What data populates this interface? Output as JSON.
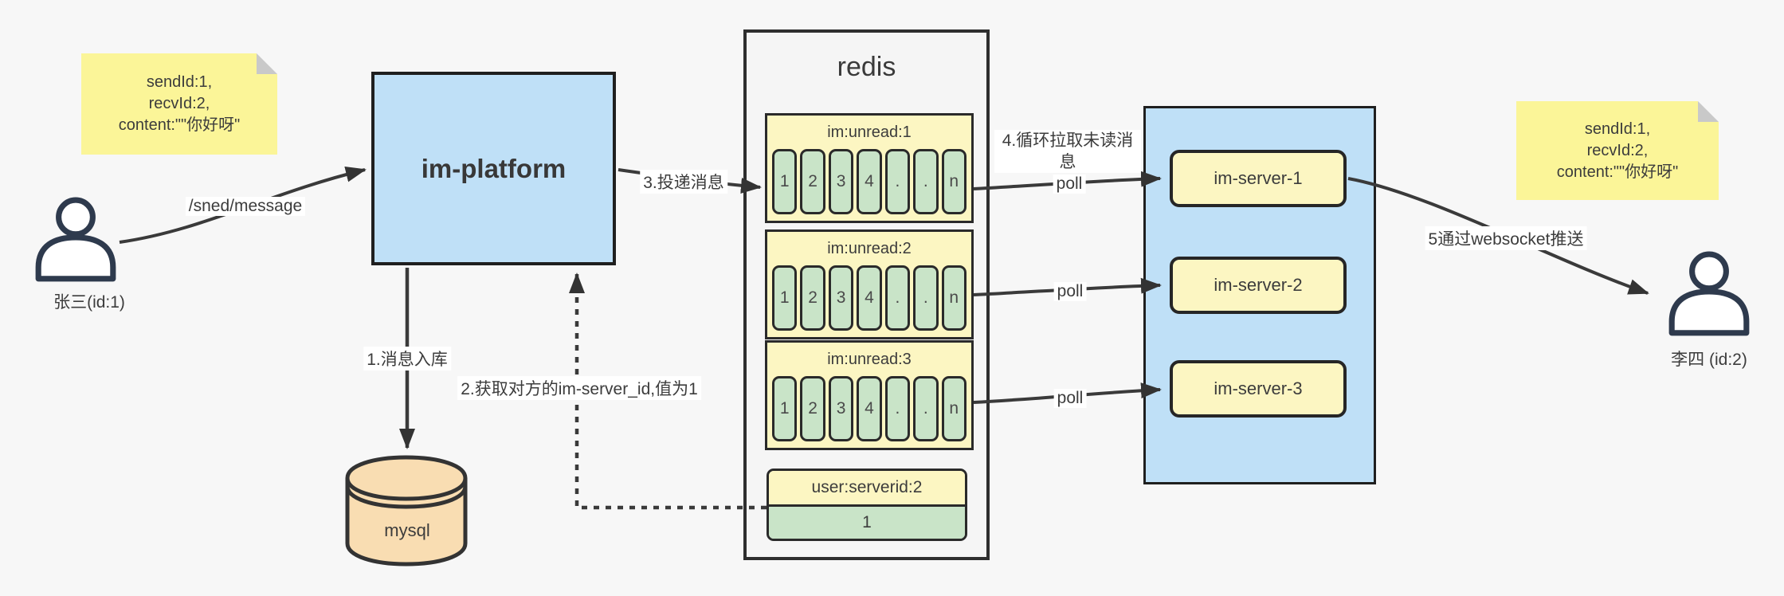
{
  "notes": {
    "left": {
      "lines": [
        "sendId:1,",
        "recvId:2,",
        "content:\"\"你好呀\""
      ]
    },
    "right": {
      "lines": [
        "sendId:1,",
        "recvId:2,",
        "content:\"\"你好呀\""
      ]
    }
  },
  "actors": {
    "sender": {
      "label": "张三(id:1)"
    },
    "receiver": {
      "label": "李四 (id:2)"
    }
  },
  "platform": {
    "label": "im-platform"
  },
  "database": {
    "label": "mysql"
  },
  "redis": {
    "title": "redis",
    "queues": [
      {
        "name": "im:unread:1",
        "cells": [
          "1",
          "2",
          "3",
          "4",
          ".",
          ".",
          "n"
        ]
      },
      {
        "name": "im:unread:2",
        "cells": [
          "1",
          "2",
          "3",
          "4",
          ".",
          ".",
          "n"
        ]
      },
      {
        "name": "im:unread:3",
        "cells": [
          "1",
          "2",
          "3",
          "4",
          ".",
          ".",
          "n"
        ]
      }
    ],
    "kv": {
      "key": "user:serverid:2",
      "value": "1"
    }
  },
  "servers": [
    {
      "label": "im-server-1"
    },
    {
      "label": "im-server-2"
    },
    {
      "label": "im-server-3"
    }
  ],
  "edges": {
    "send": "/sned/message",
    "store": "1.消息入库",
    "get_server_id": "2.获取对方的im-server_id,值为1",
    "deliver": "3.投递消息",
    "poll_loop": "4.循环拉取未读消息",
    "poll_1": "poll",
    "poll_2": "poll",
    "poll_3": "poll",
    "push": "5通过websocket推送"
  },
  "colors": {
    "background": "#f7f7f7",
    "note_yellow": "#fbf598",
    "box_blue": "#bfe0f7",
    "pale_yellow": "#fcf6c2",
    "cell_green": "#c9e4c8",
    "mysql_orange": "#f9ddb2",
    "panel_gray": "#f5f5f5",
    "line_dark": "#3a3a3a"
  }
}
